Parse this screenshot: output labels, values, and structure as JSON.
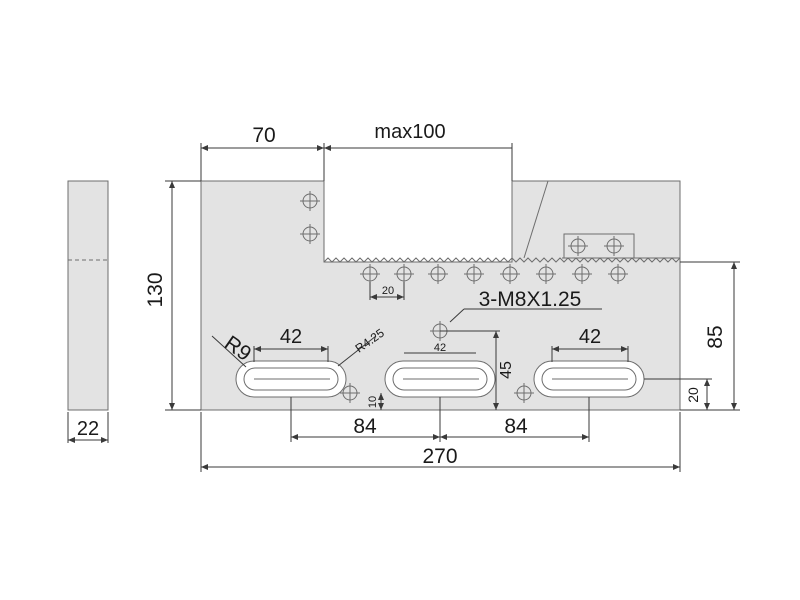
{
  "drawing": {
    "colors": {
      "part_fill": "#e3e3e3",
      "outline": "#6e6e6e",
      "dimension_line": "#3a3a3a",
      "text": "#1a1a1a",
      "slot_fill": "#ffffff"
    },
    "labels": {
      "top_left_width": "70",
      "top_opening": "max100",
      "overall_height": "130",
      "side_thickness": "22",
      "slot_length_left": "42",
      "slot_length_right": "42",
      "slot_radius": "R9",
      "inner_radius": "R4.25",
      "thread_spec": "3-M8X1.25",
      "tap_spacing": "20",
      "center_offset": "42",
      "slot_height": "45",
      "small_offset": "10",
      "right_height": "85",
      "right_base": "20",
      "spacing_left": "84",
      "spacing_right": "84",
      "overall_width": "270"
    }
  }
}
